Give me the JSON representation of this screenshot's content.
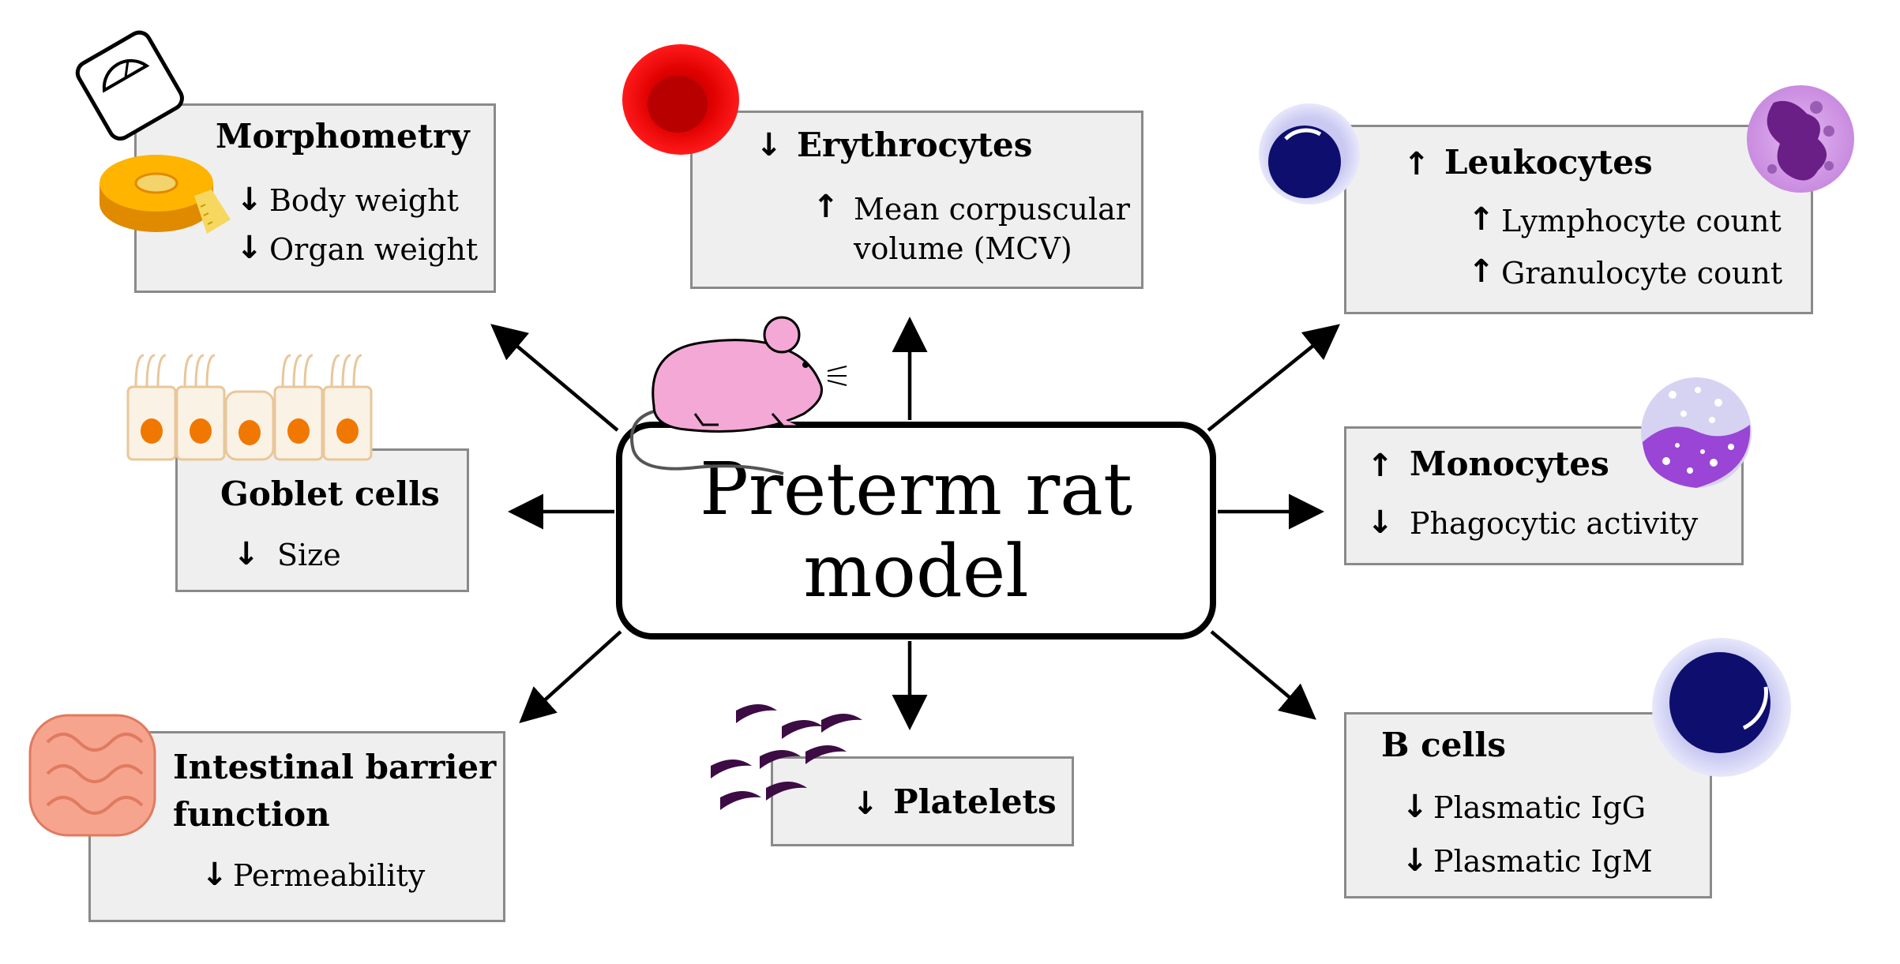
{
  "center": {
    "line1": "Preterm rat",
    "line2": "model"
  },
  "arrow_up": "↑",
  "arrow_down": "↓",
  "morphometry": {
    "title": "Morphometry",
    "items": [
      "Body weight",
      "Organ weight"
    ]
  },
  "erythrocytes": {
    "title": "Erythrocytes",
    "line1": "Mean corpuscular",
    "line2": "volume (MCV)"
  },
  "leukocytes": {
    "title": "Leukocytes",
    "items": [
      "Lymphocyte count",
      "Granulocyte count"
    ]
  },
  "goblet": {
    "title": "Goblet cells",
    "items": [
      "Size"
    ]
  },
  "monocytes": {
    "title": "Monocytes",
    "items": [
      "Phagocytic activity"
    ]
  },
  "intestinal": {
    "title_line1": "Intestinal barrier",
    "title_line2": "function",
    "items": [
      "Permeability"
    ]
  },
  "platelets": {
    "title": "Platelets"
  },
  "bcells": {
    "title": "B cells",
    "items": [
      "Plasmatic IgG",
      "Plasmatic IgM"
    ]
  },
  "icons": [
    "scale-icon",
    "tape-measure-icon",
    "red-blood-cell-icon",
    "lymphocyte-icon",
    "granulocyte-icon",
    "goblet-cells-icon",
    "monocyte-icon",
    "intestine-icon",
    "platelets-icon",
    "b-cell-icon",
    "rat-icon"
  ]
}
